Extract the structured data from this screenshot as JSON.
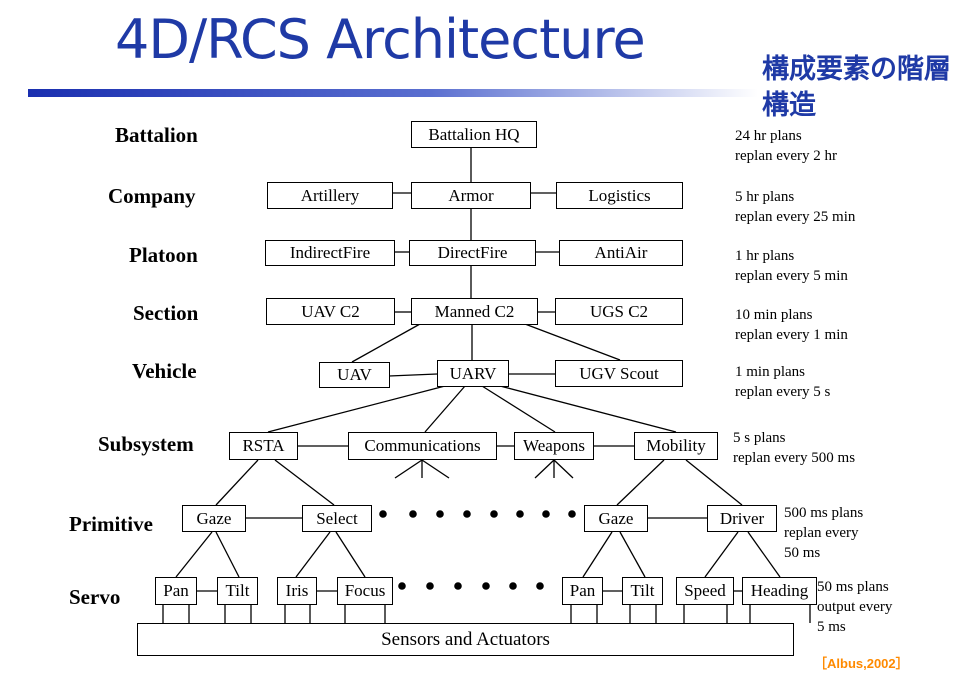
{
  "title": "4D/RCS Architecture",
  "subtitle": "構成要素の階層構造",
  "citation": "［Albus,2002］",
  "levels": [
    "Battalion",
    "Company",
    "Platoon",
    "Section",
    "Vehicle",
    "Subsystem",
    "Primitive",
    "Servo"
  ],
  "nodes": {
    "battalion_hq": "Battalion HQ",
    "artillery": "Artillery",
    "armor": "Armor",
    "logistics": "Logistics",
    "indirectfire": "IndirectFire",
    "directfire": "DirectFire",
    "antiair": "AntiAir",
    "uav_c2": "UAV C2",
    "manned_c2": "Manned C2",
    "ugs_c2": "UGS C2",
    "uav": "UAV",
    "uarv": "UARV",
    "ugv_scout": "UGV Scout",
    "rsta": "RSTA",
    "communications": "Communications",
    "weapons": "Weapons",
    "mobility": "Mobility",
    "gaze1": "Gaze",
    "select": "Select",
    "gaze2": "Gaze",
    "driver": "Driver",
    "pan1": "Pan",
    "tilt1": "Tilt",
    "iris": "Iris",
    "focus": "Focus",
    "pan2": "Pan",
    "tilt2": "Tilt",
    "speed": "Speed",
    "heading": "Heading",
    "sensors": "Sensors and Actuators"
  },
  "notes": [
    [
      "24 hr plans",
      "replan every 2 hr"
    ],
    [
      "5 hr plans",
      "replan every 25 min"
    ],
    [
      "1 hr plans",
      "replan every 5 min"
    ],
    [
      "10 min plans",
      "replan every 1 min"
    ],
    [
      "1 min plans",
      "replan every 5 s"
    ],
    [
      "5 s plans",
      "replan every 500 ms"
    ],
    [
      "500 ms plans",
      "replan every",
      "50 ms"
    ],
    [
      "50 ms plans",
      "output every",
      "5 ms"
    ]
  ]
}
